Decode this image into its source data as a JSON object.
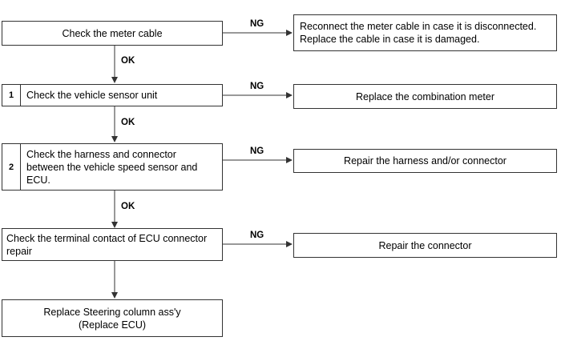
{
  "steps": [
    {
      "number": "",
      "text": "Check the meter cable"
    },
    {
      "number": "1",
      "text": "Check the vehicle sensor unit"
    },
    {
      "number": "2",
      "text": "Check the harness and connector\nbetween the vehicle speed sensor and\nECU."
    },
    {
      "number": "",
      "text": "Check the terminal contact of ECU  connector\nrepair"
    },
    {
      "number": "",
      "text": "Replace Steering column ass'y\n(Replace ECU)"
    }
  ],
  "results": [
    "Reconnect the meter cable in case it is disconnected.\nReplace the cable in case it is damaged.",
    "Replace the combination meter",
    "Repair the harness and/or connector",
    "Repair the connector"
  ],
  "labels": {
    "ng": "NG",
    "ok": "OK"
  },
  "colors": {
    "line": "#333333",
    "box_border": "#333333"
  }
}
